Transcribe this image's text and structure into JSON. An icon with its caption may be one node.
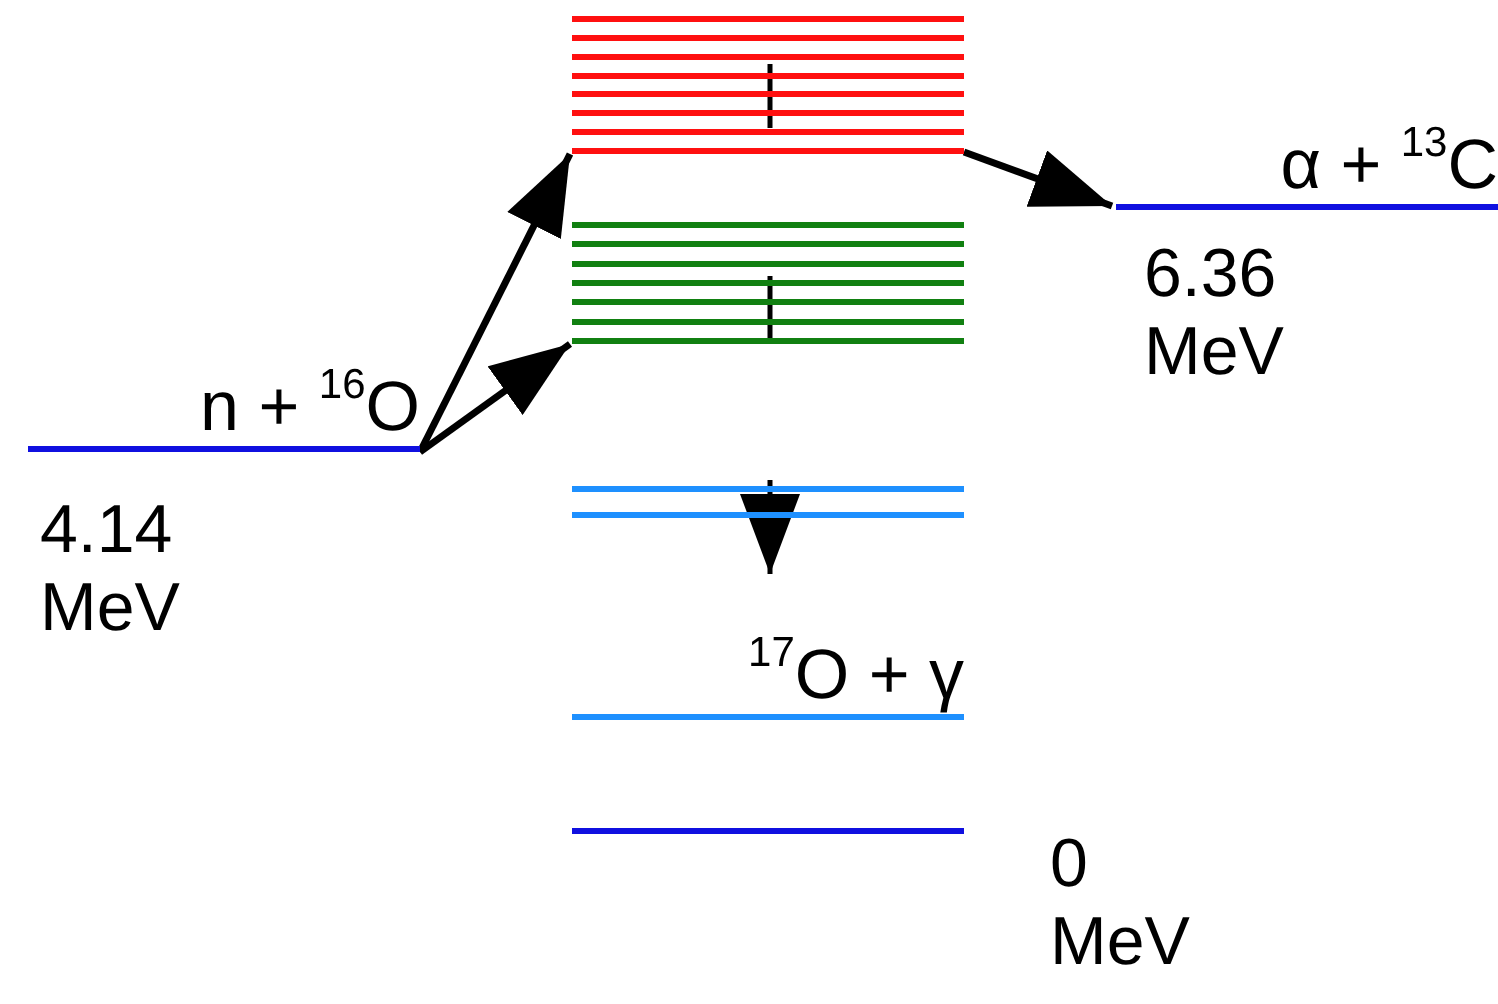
{
  "diagram": {
    "nodes": [
      {
        "text": [
          "n + $^{16}$O"
        ],
        "beside": [
          "4.14 MeV"
        ]
      },
      {
        "text": [],
        "shape": "bar"
      },
      {
        "text": [],
        "shape": "bar"
      },
      {
        "text": [
          "α + $^{13}$C"
        ],
        "beside": [
          "6.36 MeV"
        ]
      },
      {
        "text": [],
        "shape": "bar"
      },
      {
        "text": [
          "$^{17}$O + γ"
        ]
      },
      {
        "text": [],
        "shape": "bar",
        "beside": [
          "0 MeV"
        ]
      }
    ],
    "edges": [
      {
        "from": 0,
        "to": 1,
        "arrow": "to"
      },
      {
        "from": 0,
        "to": 2,
        "arrow": "to"
      },
      {
        "from": 1,
        "to": 3,
        "arrow": "to"
      },
      {
        "from": 1,
        "to": 2,
        "arrow": "none",
        "style": "dashed"
      },
      {
        "from": 2,
        "to": 4,
        "arrow": "to",
        "style": "dashed"
      }
    ]
  }
}
